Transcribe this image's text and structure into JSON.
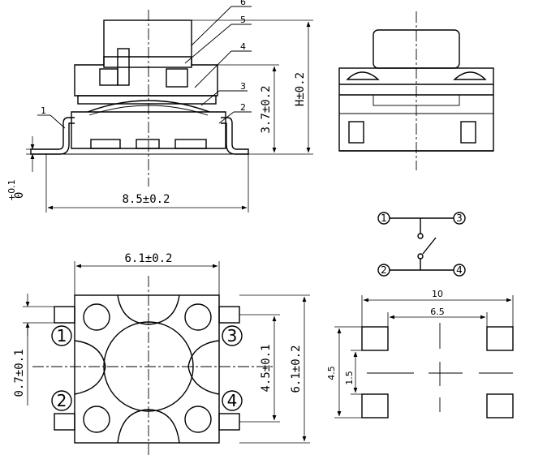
{
  "side_view": {
    "parts": [
      "1",
      "2",
      "3",
      "4",
      "5",
      "6"
    ],
    "dim_height": "H±0.2",
    "dim_body": "3.7±0.2",
    "dim_width": "8.5±0.2",
    "dim_standoff": "0",
    "dim_standoff_tol": "+0.1"
  },
  "circuit": {
    "pins": [
      "1",
      "3",
      "2",
      "4"
    ]
  },
  "top_view": {
    "dim_width": "6.1±0.2",
    "dim_height": "6.1±0.2",
    "dim_pitch": "4.5±0.1",
    "dim_lead": "0.7±0.1",
    "pins": [
      "1",
      "3",
      "2",
      "4"
    ]
  },
  "footprint": {
    "dim_outer": "10",
    "dim_inner": "6.5",
    "dim_pitch": "4.5",
    "dim_pad": "1.5"
  }
}
